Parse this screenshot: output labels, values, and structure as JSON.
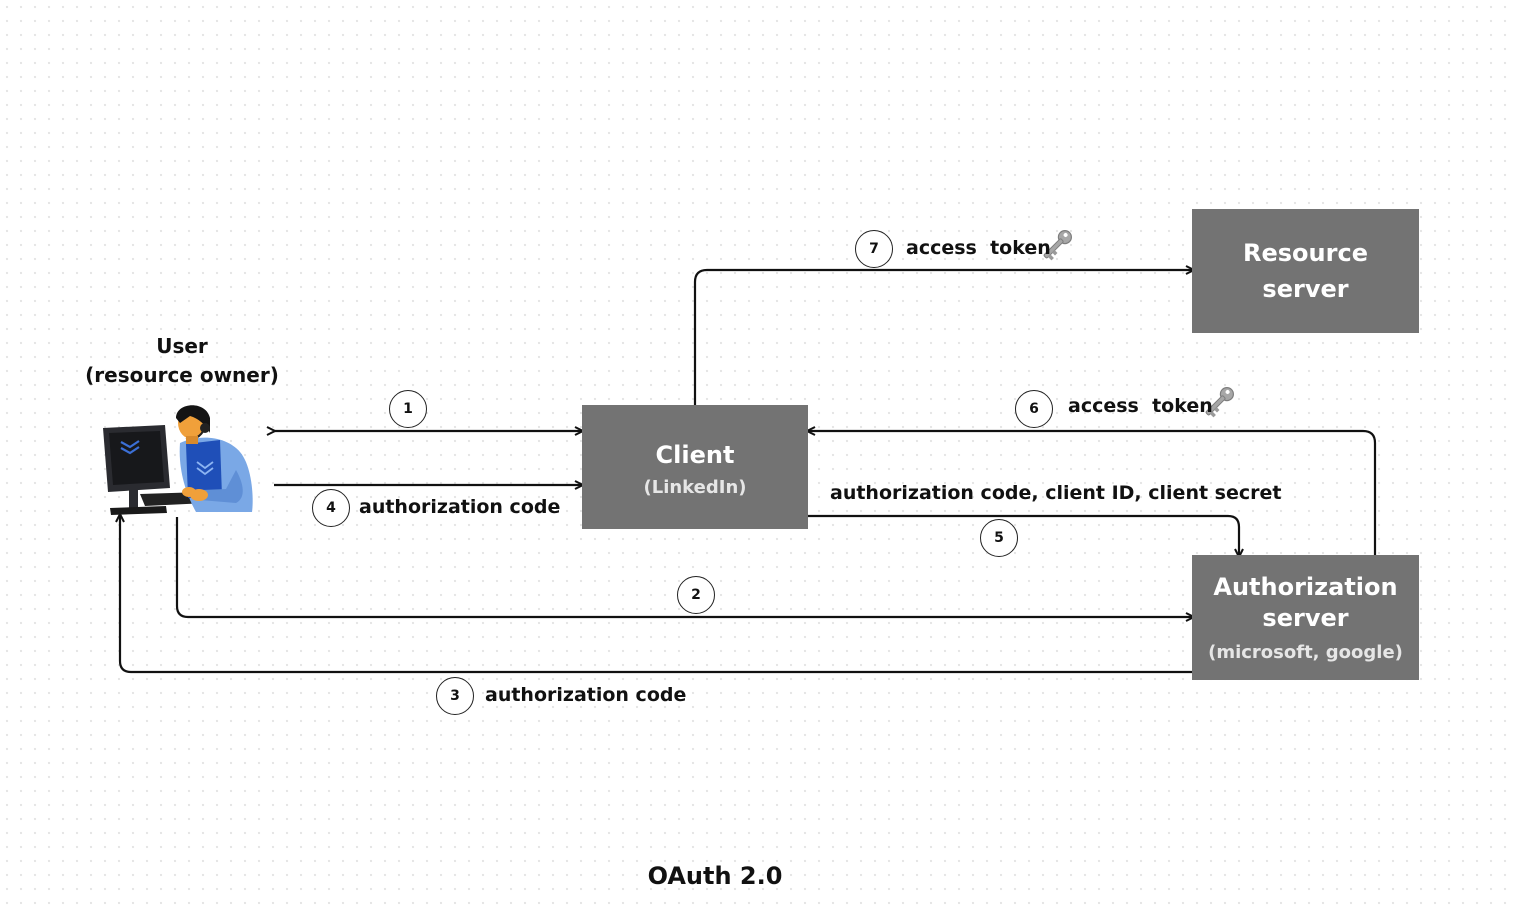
{
  "user": {
    "title": "User",
    "subtitle": "(resource owner)"
  },
  "client": {
    "title": "Client",
    "subtitle": "(LinkedIn)"
  },
  "resource_server": {
    "line1": "Resource",
    "line2": "server"
  },
  "auth_server": {
    "line1": "Authorization",
    "line2": "server",
    "subtitle": "(microsoft, google)"
  },
  "steps": [
    {
      "number": "1",
      "label": ""
    },
    {
      "number": "2",
      "label": ""
    },
    {
      "number": "3",
      "label": "authorization code"
    },
    {
      "number": "4",
      "label": "authorization code"
    },
    {
      "number": "5",
      "label": "authorization code, client ID, client secret"
    },
    {
      "number": "6",
      "label": "access  token"
    },
    {
      "number": "7",
      "label": "access  token"
    }
  ],
  "caption": "OAuth 2.0",
  "colors": {
    "box_fill": "#737373",
    "box_text": "#ffffff",
    "line": "#111111"
  },
  "icons": {
    "user": "person-at-computer-illustration",
    "token": "key-icon"
  }
}
